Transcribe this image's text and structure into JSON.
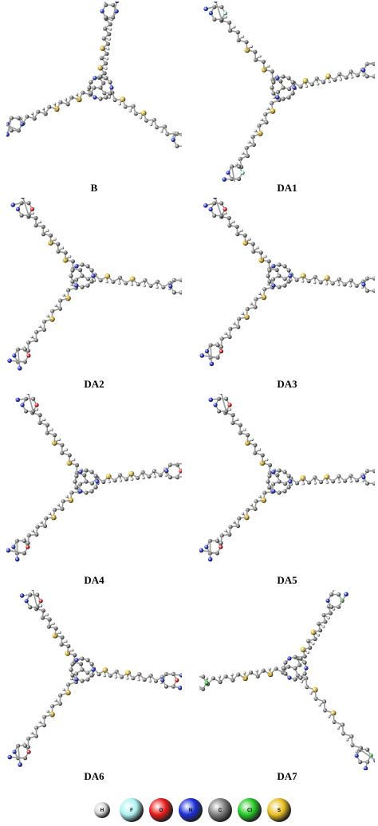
{
  "figure": {
    "panels": [
      {
        "label": "B"
      },
      {
        "label": "DA1"
      },
      {
        "label": "DA2"
      },
      {
        "label": "DA3"
      },
      {
        "label": "DA4"
      },
      {
        "label": "DA5"
      },
      {
        "label": "DA6"
      },
      {
        "label": "DA7"
      }
    ],
    "legend": [
      {
        "symbol": "H",
        "color": "#d8d8d8"
      },
      {
        "symbol": "F",
        "color": "#aef1f1"
      },
      {
        "symbol": "O",
        "color": "#e81a1a"
      },
      {
        "symbol": "N",
        "color": "#1a2ed8"
      },
      {
        "symbol": "C",
        "color": "#7f7f7f"
      },
      {
        "symbol": "Cl",
        "color": "#22c922"
      },
      {
        "symbol": "S",
        "color": "#e8be1e"
      }
    ]
  }
}
